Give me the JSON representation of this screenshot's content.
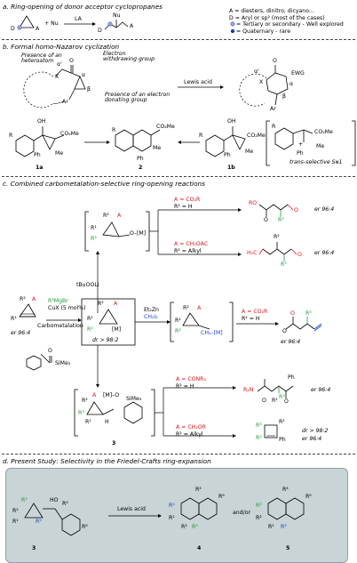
{
  "section_a": {
    "title": "a. Ring-opening of donor acceptor cyclopropanes",
    "reagents": [
      "+ Nu",
      "LA"
    ],
    "labels": [
      "D",
      "A",
      "Nu",
      "D",
      "A"
    ],
    "legend": [
      "A = diesters, dinitro, dicyano...",
      "D = Aryl or sp² (most of the cases)",
      "= Tertiary or secondary - Well explored",
      "= Quaternary - rare"
    ]
  },
  "section_b": {
    "title": "b. Formal homo-Nazarov cyclization",
    "annotations": [
      "Presence of an heteroatom",
      "Electron withdrawing group",
      "Presence of an electron donating group",
      "Lewis acid"
    ],
    "labels": [
      "α'",
      "X",
      "O",
      "α",
      "β",
      "Ar",
      "α'",
      "X",
      "O",
      "EWG",
      "α",
      "β",
      "Ar"
    ],
    "compounds": [
      {
        "id": "1a",
        "labels": [
          "OH",
          "CO₂Me",
          "R",
          "Ph",
          "Me"
        ]
      },
      {
        "id": "2",
        "labels": [
          "CO₂Me",
          "R",
          "Ph",
          "Me"
        ]
      },
      {
        "id": "1b",
        "labels": [
          "OH",
          "CO₂Me",
          "R",
          "Ph",
          "Me"
        ]
      },
      {
        "id": "",
        "labels": [
          "R",
          "CO₂Me",
          "+",
          "Ph",
          "Me"
        ],
        "caption": "trans-selective Sɴ1"
      }
    ]
  },
  "section_c": {
    "title": "c. Combined carbometalation-selective ring-opening reactions",
    "start": {
      "labels": [
        "R²",
        "A",
        "R¹"
      ],
      "er": "er 96:4"
    },
    "reagents": [
      "R³MgBr",
      "CuX (5 mol%)",
      "Carbometalation"
    ],
    "central": {
      "labels": [
        "R²",
        "A",
        "R¹",
        "R³",
        "[M]"
      ],
      "dr": "dr > 98:2"
    },
    "upper_intermediate": {
      "labels": [
        "R²",
        "A",
        "R¹",
        "R³",
        "O–[M]"
      ],
      "reagent": "tBuOOLi"
    },
    "zn_intermediate": {
      "labels": [
        "R²",
        "A",
        "R¹",
        "R³",
        "CH₂–[M]"
      ],
      "reagent": [
        "Et₂Zn",
        "CH₂I₂"
      ]
    },
    "acylsilane": {
      "labels": [
        "O",
        "SiMe₃"
      ]
    },
    "lower_intermediate": {
      "id": "3",
      "labels": [
        "A",
        "R²",
        "[M]–O",
        "SiMe₃",
        "R³",
        "R¹",
        "H"
      ]
    },
    "products": [
      {
        "condition": [
          "A = CO₂R",
          "R² = H"
        ],
        "labels": [
          "RO",
          "O",
          "R³",
          "O"
        ],
        "er": "er 96:4"
      },
      {
        "condition": [
          "A = CH₂OAC",
          "R² = Alkyl"
        ],
        "labels": [
          "H₂C",
          "R²",
          "R³",
          "O"
        ],
        "er": "er 96:4"
      },
      {
        "condition": [
          "A = CO₂R",
          "R² = H"
        ],
        "labels": [
          "O",
          "O",
          "R³"
        ],
        "er": "er 96:4"
      },
      {
        "condition": [
          "A = CONR₂",
          "R² = H"
        ],
        "labels": [
          "R₂N",
          "O",
          "R³",
          "R¹",
          "O",
          "Ph"
        ],
        "er": "er 96:4"
      },
      {
        "condition": [
          "A = CH₂OR",
          "R² = Alkyl"
        ],
        "labels": [
          "R²",
          "R³",
          "R³",
          "Ph"
        ],
        "dr": "dr > 98:2",
        "er": "er 96:4"
      }
    ]
  },
  "section_d": {
    "title": "d. Present Study: Selectivity in the Friedel-Crafts ring-expansion",
    "reagent": "Lewis acid",
    "connector": "and/or",
    "compounds": [
      {
        "id": "3",
        "labels": [
          "R³",
          "R²",
          "R¹",
          "R⁵",
          "HO",
          "R⁴",
          "R⁶"
        ]
      },
      {
        "id": "4",
        "labels": [
          "R⁴",
          "R⁶",
          "R⁵",
          "R¹",
          "R²",
          "R³"
        ]
      },
      {
        "id": "5",
        "labels": [
          "R⁴",
          "R⁶",
          "R³",
          "R²",
          "R¹",
          "R⁵"
        ]
      }
    ]
  }
}
